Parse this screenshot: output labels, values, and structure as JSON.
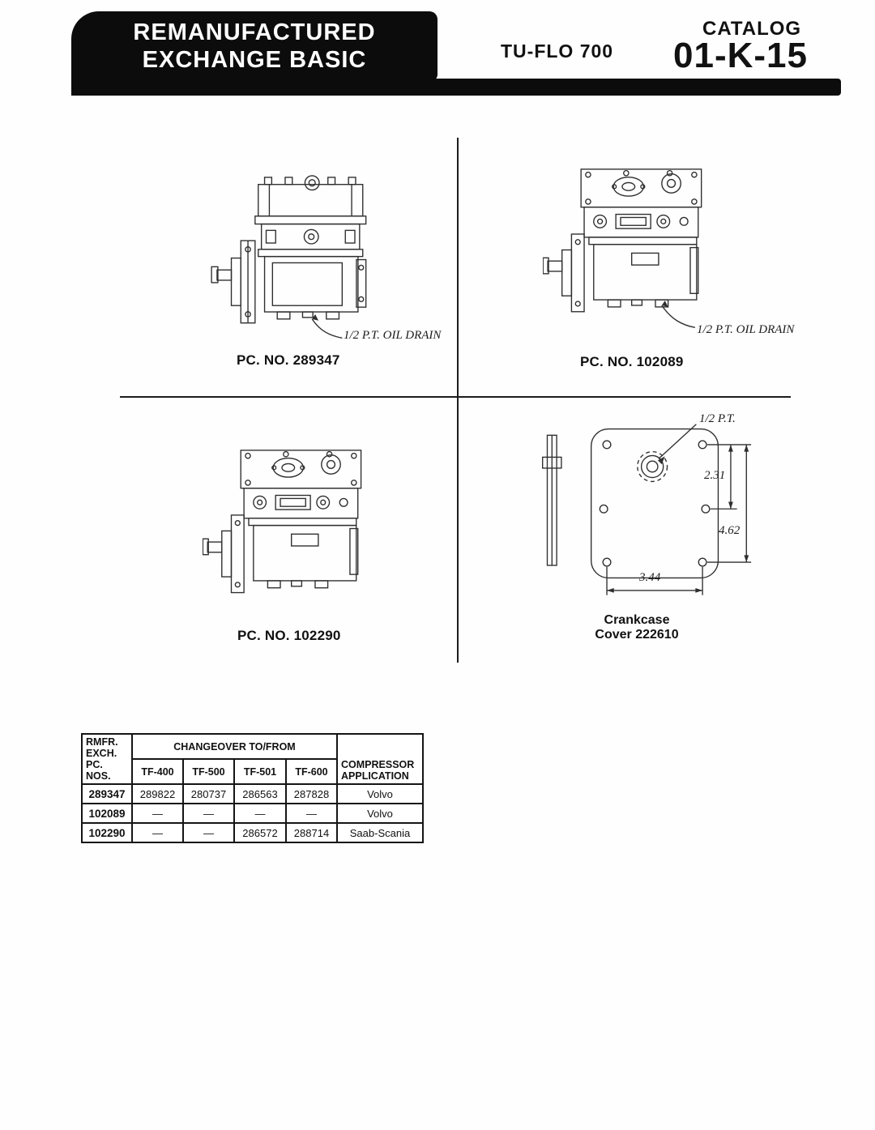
{
  "header": {
    "banner_line1": "REMANUFACTURED",
    "banner_line2": "EXCHANGE BASIC",
    "model": "TU-FLO 700",
    "catalog_label": "CATALOG",
    "catalog_number": "01-K-15"
  },
  "figures": {
    "top_left": {
      "callout_oil_drain": "1/2 P.T. OIL DRAIN",
      "caption": "PC. NO. 289347"
    },
    "top_right": {
      "callout_oil_drain": "1/2 P.T. OIL DRAIN",
      "caption": "PC. NO. 102089"
    },
    "bottom_left": {
      "caption": "PC. NO. 102290"
    },
    "bottom_right": {
      "callout_pt": "1/2 P.T.",
      "dim_upper": "2.31",
      "dim_total": "4.62",
      "dim_width": "3.44",
      "caption_line1": "Crankcase",
      "caption_line2": "Cover 222610"
    }
  },
  "table": {
    "rmfr_header": [
      "RMFR.",
      "EXCH.",
      "PC. NOS."
    ],
    "changeover_header": "CHANGEOVER TO/FROM",
    "changeover_columns": [
      "TF-400",
      "TF-500",
      "TF-501",
      "TF-600"
    ],
    "application_header": [
      "COMPRESSOR",
      "APPLICATION"
    ],
    "rows": [
      {
        "pc_no": "289347",
        "tf400": "289822",
        "tf500": "280737",
        "tf501": "286563",
        "tf600": "287828",
        "application": "Volvo"
      },
      {
        "pc_no": "102089",
        "tf400": "—",
        "tf500": "—",
        "tf501": "—",
        "tf600": "—",
        "application": "Volvo"
      },
      {
        "pc_no": "102290",
        "tf400": "—",
        "tf500": "—",
        "tf501": "286572",
        "tf600": "288714",
        "application": "Saab-Scania"
      }
    ]
  }
}
